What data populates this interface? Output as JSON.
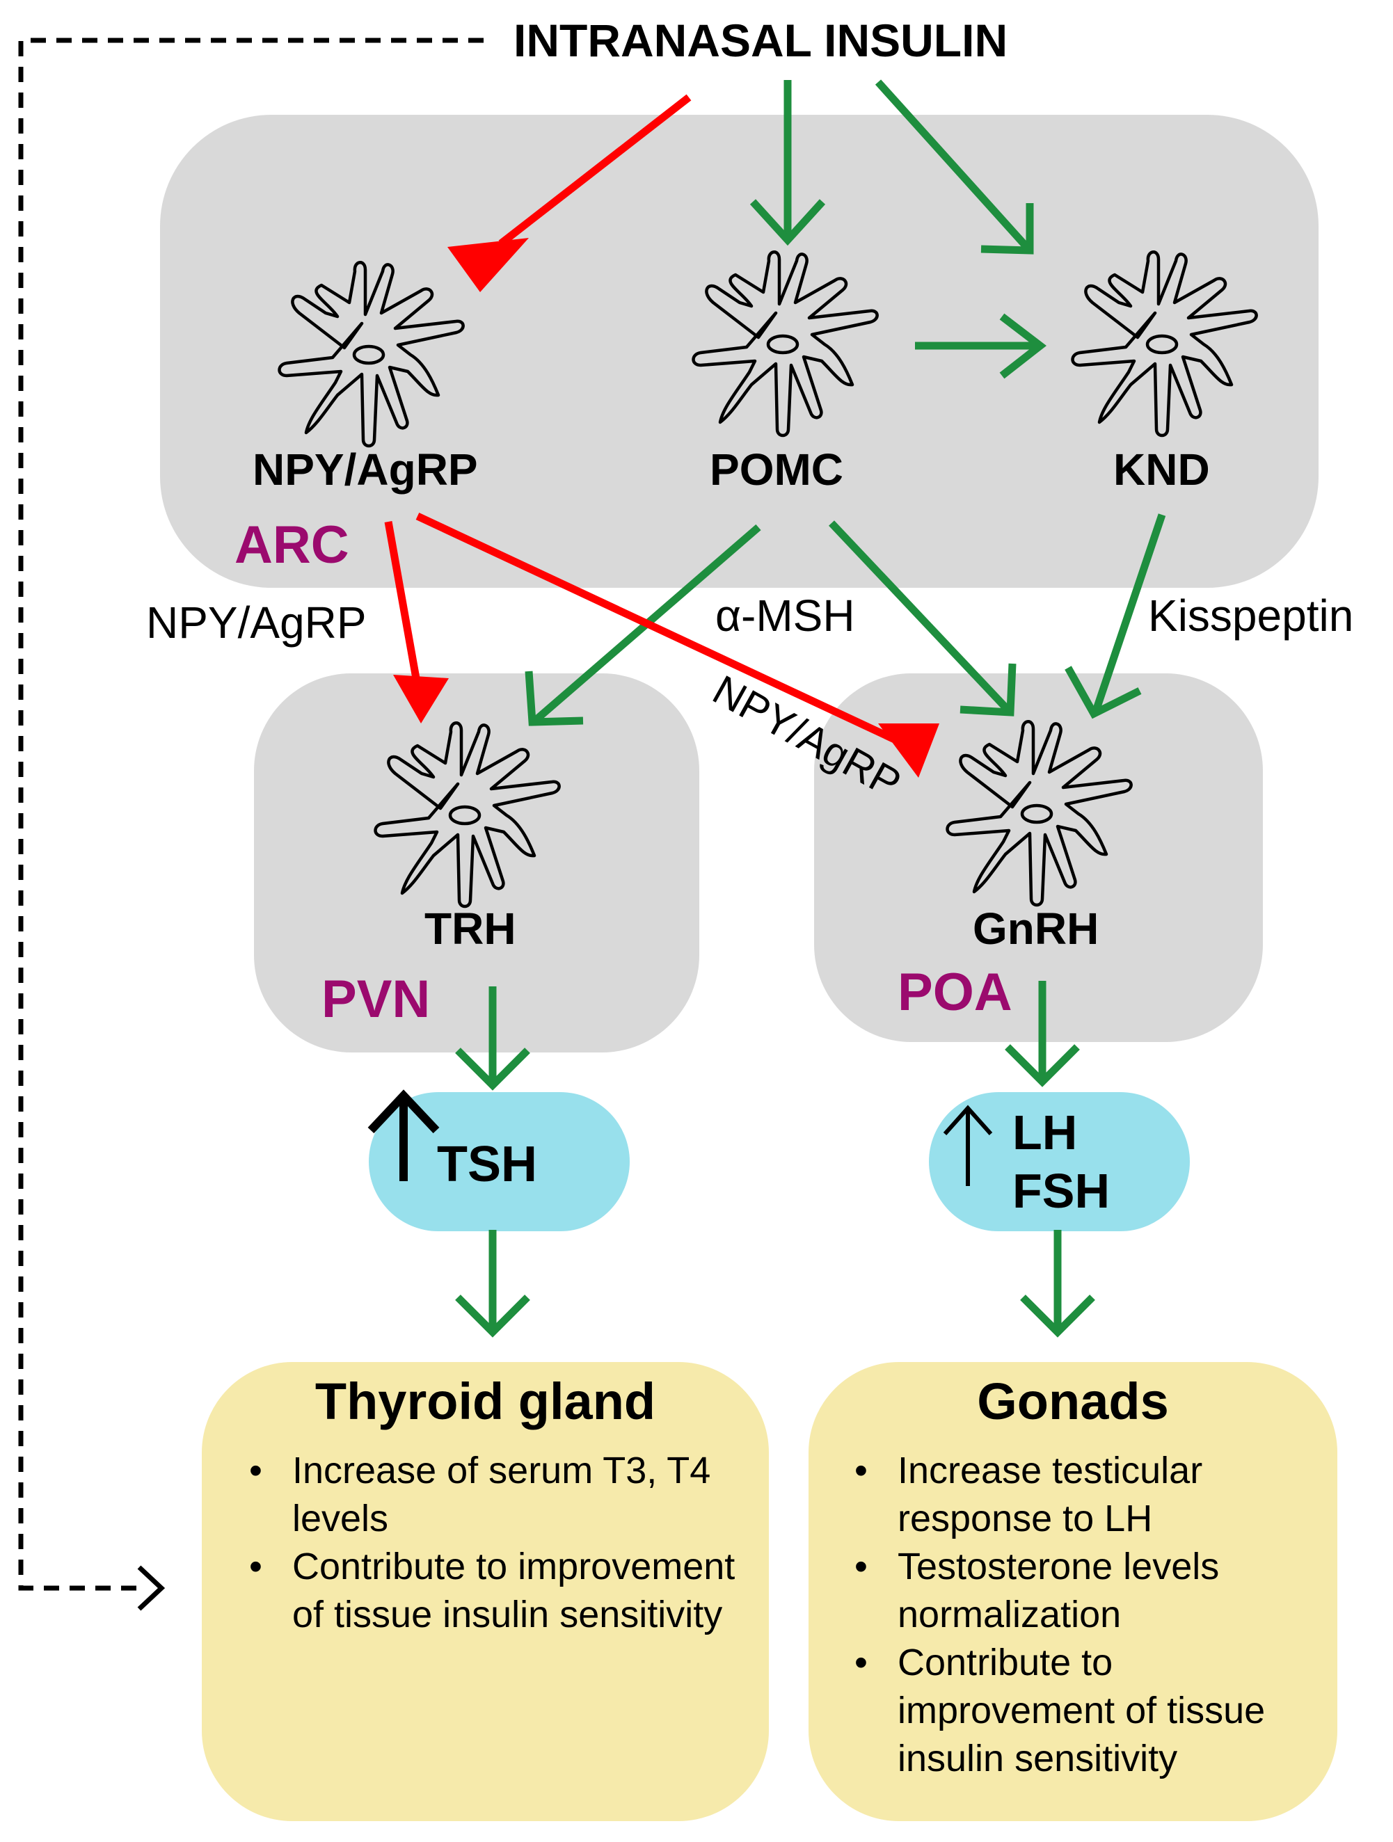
{
  "title": "INTRANASAL INSULIN",
  "regions": {
    "arc": "ARC",
    "pvn": "PVN",
    "poa": "POA"
  },
  "neurons": {
    "npy_agrp": "NPY/AgRP",
    "pomc": "POMC",
    "knd": "KND",
    "trh": "TRH",
    "gnrh": "GnRH"
  },
  "signals": {
    "npy_agrp_to_trh": "NPY/AgRP",
    "alpha_msh": "α-MSH",
    "npy_agrp_to_gnrh": "NPY/AgRP",
    "kisspeptin": "Kisspeptin"
  },
  "hormones": {
    "tsh": "TSH",
    "lh": "LH",
    "fsh": "FSH"
  },
  "targets": {
    "thyroid": {
      "title": "Thyroid gland",
      "items": [
        "Increase of serum T3, T4 levels",
        "Contribute to improvement of tissue insulin sensitivity"
      ]
    },
    "gonads": {
      "title": "Gonads",
      "items": [
        "Increase testicular response to LH",
        "Testosterone levels normalization",
        "Contribute to improvement of tissue insulin sensitivity"
      ]
    }
  },
  "colors": {
    "stimulation": "#1e8e3e",
    "inhibition": "#ff0000",
    "region_fill": "#d9d9d9",
    "region_label": "#9b0a6e",
    "hormone_fill": "#98e0ec",
    "target_fill": "#f6eaab"
  }
}
